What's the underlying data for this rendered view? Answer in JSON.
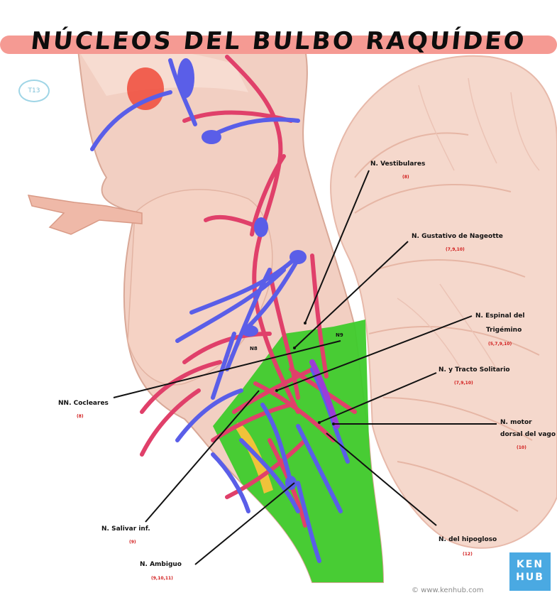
{
  "title": "NÚCLEOS DEL BULBO RAQUÍDEO",
  "badge": "T13",
  "tags": {
    "n8": "N8",
    "n9": "N9"
  },
  "labels": [
    {
      "id": "vestibulares",
      "text": "N. Vestibulares",
      "sub": "(8)"
    },
    {
      "id": "gustativo",
      "text": "N. Gustativo de Nageotte",
      "sub": "(7,9,10)"
    },
    {
      "id": "espinal",
      "text": "N. Espinal del",
      "text2": "Trigémino",
      "sub": "(5,7,9,10)"
    },
    {
      "id": "solitario",
      "text": "N. y Tracto Solitario",
      "sub": "(7,9,10)"
    },
    {
      "id": "motor",
      "text": "N. motor",
      "text2": "dorsal del vago",
      "sub": "(10)"
    },
    {
      "id": "hipogloso",
      "text": "N. del hipogloso",
      "sub": "(12)"
    },
    {
      "id": "ambiguo",
      "text": "N. Ambiguo",
      "sub": "(9,10,11)"
    },
    {
      "id": "salivar",
      "text": "N. Salivar inf.",
      "sub": "(9)"
    },
    {
      "id": "cocleares",
      "text": "NN. Cocleares",
      "sub": "(8)"
    }
  ],
  "brand": {
    "logo_line1": "KEN",
    "logo_line2": "HUB",
    "copyright": "© www.kenhub.com"
  },
  "colors": {
    "title_band": "#f59a93",
    "tissue": "#f2cfc2",
    "cerebellum": "#f5d8cc",
    "artery": "#e0406a",
    "vein": "#5a5ee8",
    "medulla_highlight": "#3ecb2c",
    "kenhub": "#4aa9e2"
  }
}
